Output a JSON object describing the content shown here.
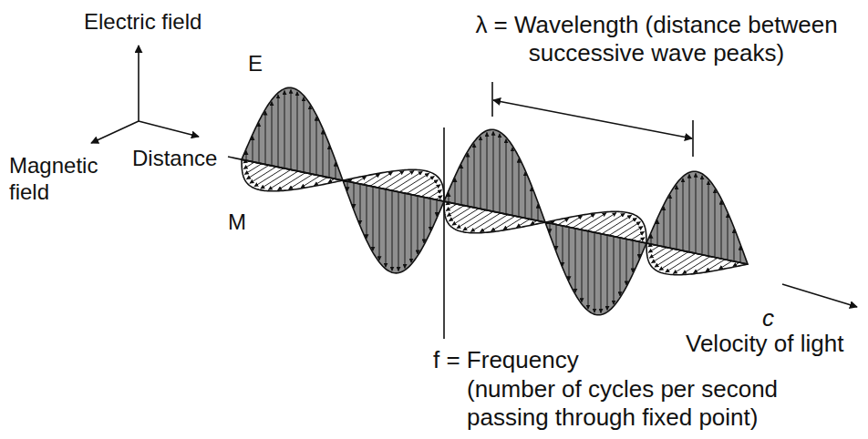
{
  "diagram": {
    "labels": [
      "Electric field",
      "Magnetic field",
      "Distance",
      "E",
      "M",
      "λ = Wavelength (distance between successive wave peaks)",
      "f = Frequency",
      "(number of cycles per second passing through fixed point)",
      "c",
      "Velocity of light"
    ]
  }
}
